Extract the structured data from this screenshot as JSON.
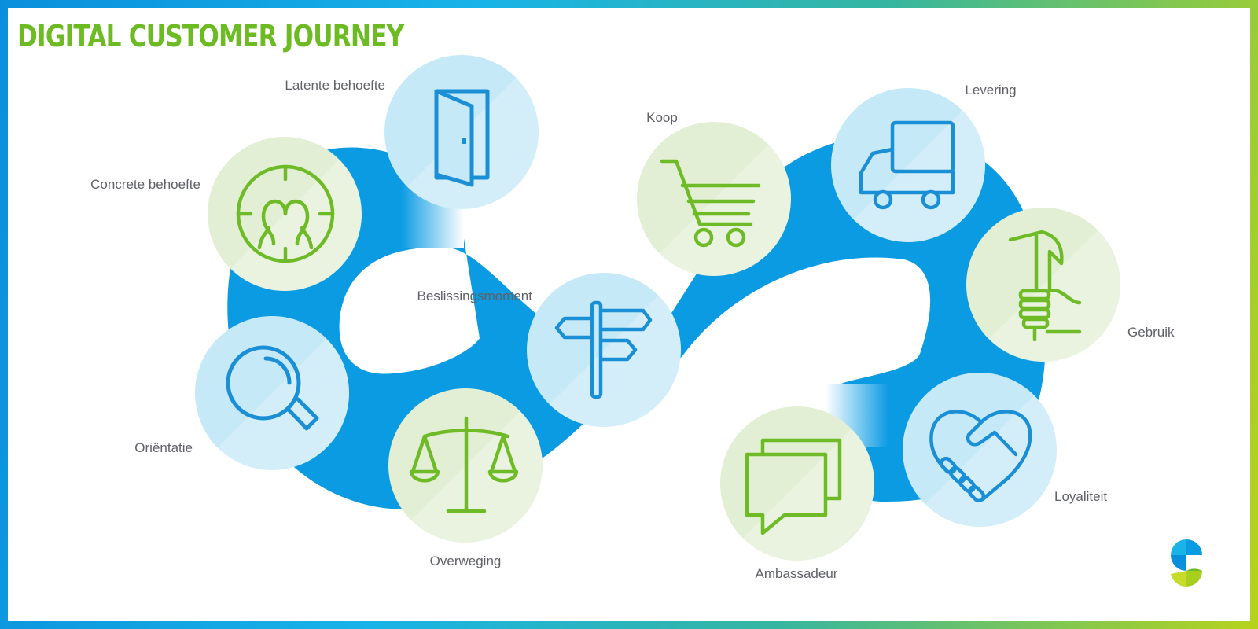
{
  "title": "DIGITAL CUSTOMER JOURNEY",
  "colors": {
    "title": "#6dbb22",
    "path": "#0a9be3",
    "blue_circle": "#c6e9f7",
    "green_circle": "#e2efd4",
    "blue_icon": "#1a8fd6",
    "green_icon": "#6fbb27",
    "label": "#5f6166"
  },
  "stages": [
    {
      "label": "Latente behoefte",
      "icon": "door-icon"
    },
    {
      "label": "Concrete behoefte",
      "icon": "target-people-icon"
    },
    {
      "label": "Oriëntatie",
      "icon": "magnifier-icon"
    },
    {
      "label": "Overweging",
      "icon": "scales-icon"
    },
    {
      "label": "Beslissingsmoment",
      "icon": "signpost-icon"
    },
    {
      "label": "Koop",
      "icon": "shopping-cart-icon"
    },
    {
      "label": "Levering",
      "icon": "truck-icon"
    },
    {
      "label": "Gebruik",
      "icon": "hammer-hand-icon"
    },
    {
      "label": "Loyaliteit",
      "icon": "handshake-icon"
    },
    {
      "label": "Ambassadeur",
      "icon": "chat-bubbles-icon"
    }
  ],
  "logo": {
    "icon": "brand-logo-icon"
  }
}
